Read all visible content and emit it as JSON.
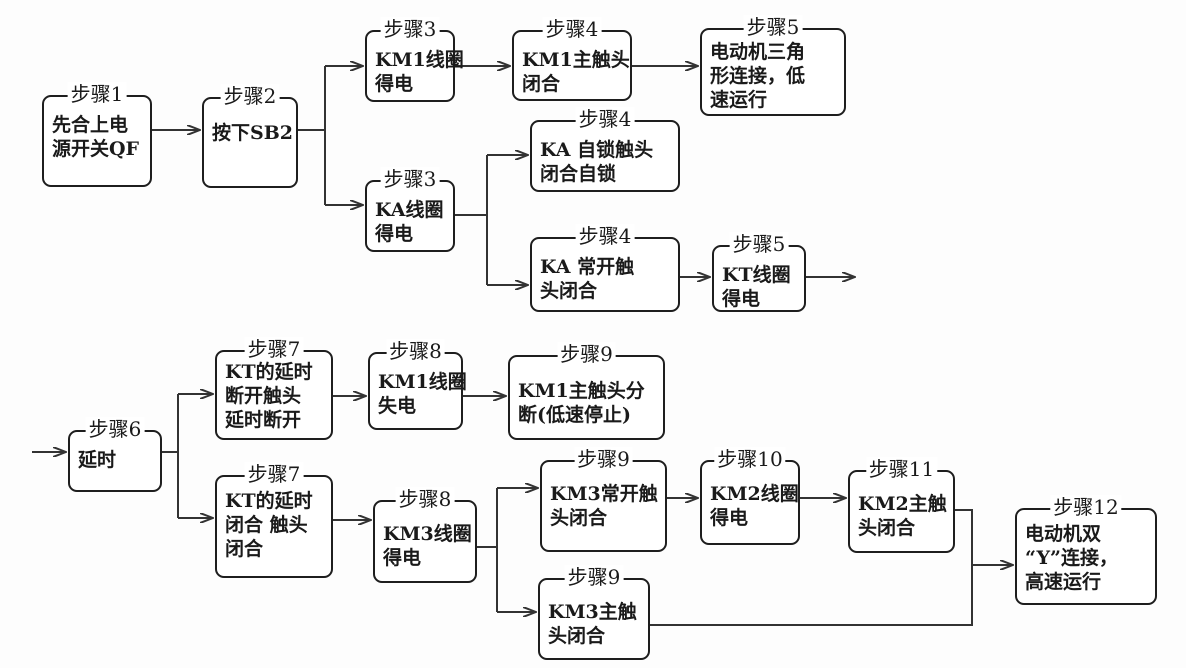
{
  "steps": [
    {
      "step": "步骤1",
      "lines": [
        "先合上电",
        "源开关QF"
      ]
    },
    {
      "step": "步骤2",
      "lines": [
        "按下SB2"
      ]
    },
    {
      "step": "步骤3",
      "lines": [
        "KM1线圈",
        "得电"
      ]
    },
    {
      "step": "步骤4",
      "lines": [
        "KM1主触头",
        "闭合"
      ]
    },
    {
      "step": "步骤5",
      "lines": [
        "电动机三角",
        "形连接，低",
        "速运行"
      ]
    },
    {
      "step": "步骤3",
      "lines": [
        "KA线圈",
        "得电"
      ]
    },
    {
      "step": "步骤4",
      "lines": [
        "KA 自锁触头",
        "闭合自锁"
      ]
    },
    {
      "step": "步骤4",
      "lines": [
        "KA 常开触",
        "头闭合"
      ]
    },
    {
      "step": "步骤5",
      "lines": [
        "KT线圈",
        "得电"
      ]
    },
    {
      "step": "步骤6",
      "lines": [
        "延时"
      ]
    },
    {
      "step": "步骤7",
      "lines": [
        "KT的延时",
        "断开触头",
        "延时断开"
      ]
    },
    {
      "step": "步骤8",
      "lines": [
        "KM1线圈",
        "失电"
      ]
    },
    {
      "step": "步骤9",
      "lines": [
        "KM1主触头分",
        "断(低速停止)"
      ]
    },
    {
      "step": "步骤7",
      "lines": [
        "KT的延时",
        "闭合 触头",
        "闭合"
      ]
    },
    {
      "step": "步骤8",
      "lines": [
        "KM3线圈",
        "得电"
      ]
    },
    {
      "step": "步骤9",
      "lines": [
        "KM3常开触",
        "头闭合"
      ]
    },
    {
      "step": "步骤10",
      "lines": [
        "KM2线圈",
        "得电"
      ]
    },
    {
      "step": "步骤11",
      "lines": [
        "KM2主触",
        "头闭合"
      ]
    },
    {
      "step": "步骤12",
      "lines": [
        "电动机双",
        "“Y”连接，",
        "高速运行"
      ]
    },
    {
      "step": "步骤9",
      "lines": [
        "KM3主触",
        "头闭合"
      ]
    }
  ]
}
